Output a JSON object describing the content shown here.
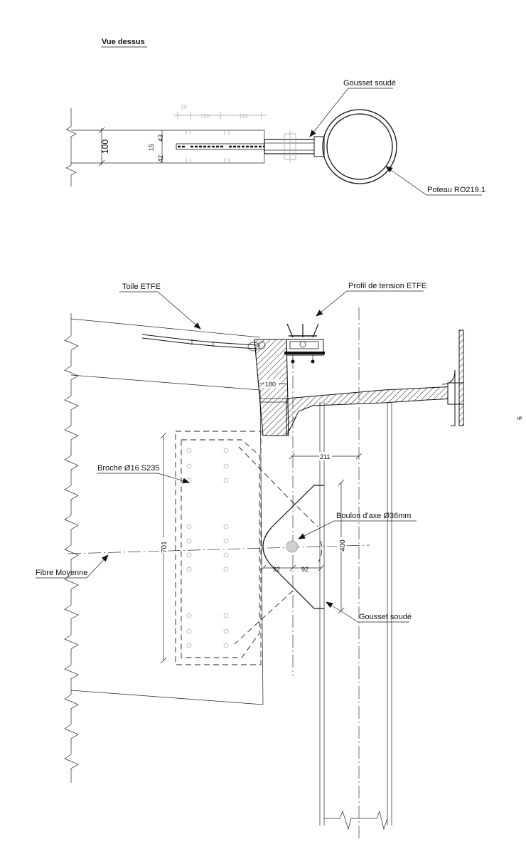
{
  "top_view": {
    "title": "Vue dessus",
    "label_gusset": "Gousset soudé",
    "label_post": "Poteau RO219.1",
    "dims": {
      "d30": "30",
      "d120": "120",
      "d110": "110",
      "d100": "100",
      "d15": "15",
      "d42": "42",
      "d43": "43"
    }
  },
  "section": {
    "label_fabric": "Toile ETFE",
    "label_profile": "Profil de tension ETFE",
    "label_pin": "Broche Ø16 S235",
    "label_bolt": "Boulon d'axe Ø36mm",
    "label_axis": "Fibre Moyenne",
    "label_gusset": "Gousset soudé",
    "dims": {
      "d180": "180",
      "d211": "211",
      "d701": "701",
      "d400": "400",
      "d92a": "92",
      "d92b": "92"
    }
  },
  "edge_mark": "6",
  "colors": {
    "line": "#111111",
    "faint": "#bdbdbd",
    "bolt_fill": "#cfcfcf"
  }
}
